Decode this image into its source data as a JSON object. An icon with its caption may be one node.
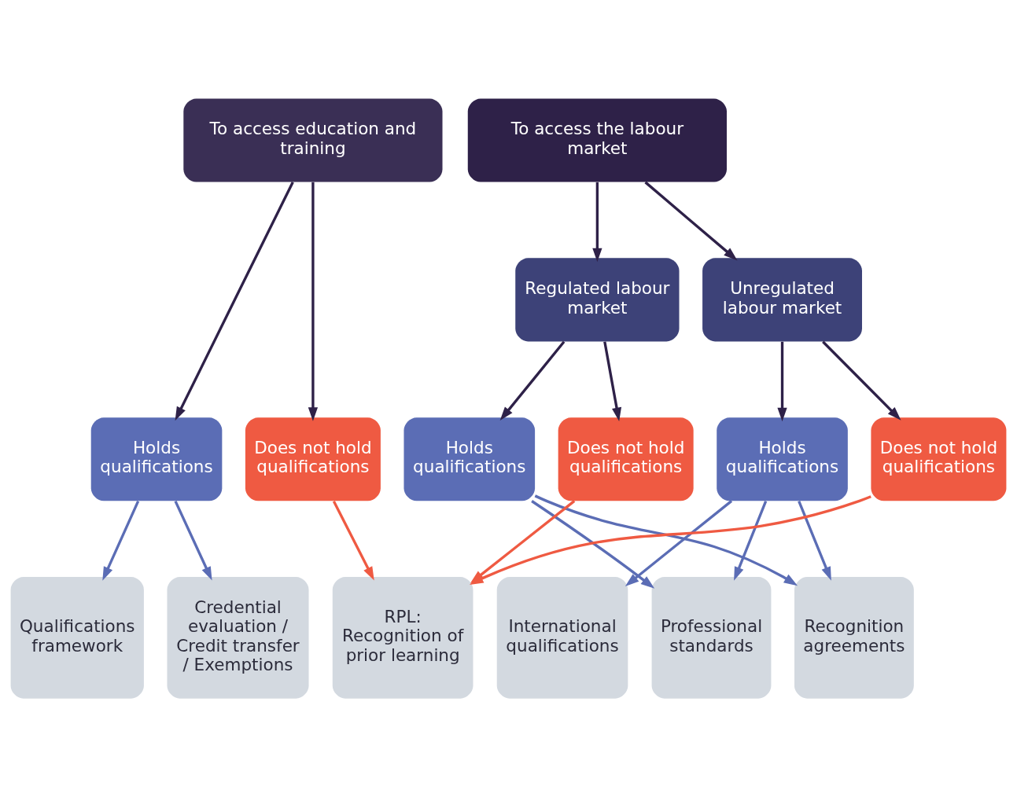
{
  "diagram": {
    "nodes": [
      {
        "text": [
          "To access education and training"
        ]
      },
      {
        "text": [
          "To access the labour market"
        ]
      },
      {
        "text": [
          "Regulated labour market"
        ]
      },
      {
        "text": [
          "Unregulated labour market"
        ]
      },
      {
        "text": [
          "Holds qualifications"
        ]
      },
      {
        "text": [
          "Does not hold qualifications"
        ]
      },
      {
        "text": [
          "Holds qualifications"
        ]
      },
      {
        "text": [
          "Does not hold qualifications"
        ]
      },
      {
        "text": [
          "Holds qualifications"
        ]
      },
      {
        "text": [
          "Does not hold qualifications"
        ]
      },
      {
        "text": [
          "Qualifications framework"
        ]
      },
      {
        "text": [
          "Credential evaluation / Credit transfer / Exemptions"
        ]
      },
      {
        "text": [
          "RPL: Recognition of prior learning"
        ]
      },
      {
        "text": [
          "International qualifications"
        ]
      },
      {
        "text": [
          "Professional standards"
        ]
      },
      {
        "text": [
          "Recognition agreements"
        ]
      }
    ],
    "edges": [
      {
        "from": 0,
        "to": 4,
        "arrow": "to"
      },
      {
        "from": 0,
        "to": 5,
        "arrow": "to"
      },
      {
        "from": 1,
        "to": 2,
        "arrow": "to"
      },
      {
        "from": 1,
        "to": 3,
        "arrow": "to"
      },
      {
        "from": 2,
        "to": 6,
        "arrow": "to"
      },
      {
        "from": 2,
        "to": 7,
        "arrow": "to"
      },
      {
        "from": 3,
        "to": 8,
        "arrow": "to"
      },
      {
        "from": 3,
        "to": 9,
        "arrow": "to"
      },
      {
        "from": 4,
        "to": 10,
        "arrow": "to",
        "color": "#5b6db5"
      },
      {
        "from": 4,
        "to": 11,
        "arrow": "to",
        "color": "#5b6db5"
      },
      {
        "from": 5,
        "to": 12,
        "arrow": "to",
        "color": "#ef5a42"
      },
      {
        "from": 6,
        "to": 14,
        "arrow": "to",
        "color": "#5b6db5"
      },
      {
        "from": 6,
        "to": 15,
        "arrow": "to",
        "color": "#5b6db5"
      },
      {
        "from": 7,
        "to": 12,
        "arrow": "to",
        "color": "#ef5a42"
      },
      {
        "from": 8,
        "to": 13,
        "arrow": "to",
        "color": "#5b6db5"
      },
      {
        "from": 8,
        "to": 14,
        "arrow": "to",
        "color": "#5b6db5"
      },
      {
        "from": 8,
        "to": 15,
        "arrow": "to",
        "color": "#5b6db5"
      },
      {
        "from": 9,
        "to": 12,
        "arrow": "to",
        "color": "#ef5a42"
      }
    ]
  }
}
